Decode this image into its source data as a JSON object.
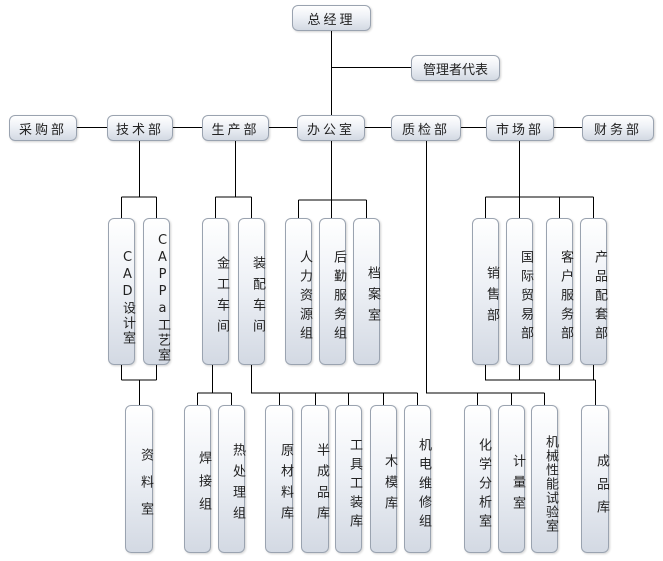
{
  "top": {
    "ceo": "总经理",
    "rep": "管理者代表"
  },
  "departments": {
    "purchasing": "采购部",
    "technical": "技术部",
    "production": "生产部",
    "office": "办公室",
    "qc": "质检部",
    "market": "市场部",
    "finance": "财务部"
  },
  "technical_units": {
    "cad": "CAD设计室",
    "capp": "CAPPa工艺室",
    "archive": "资料室"
  },
  "production_units": {
    "metal_shop": "金工车间",
    "assembly_shop": "装配车间",
    "welding": "焊接组",
    "heat_treat": "热处理组",
    "raw_store": "原材料库",
    "semi_store": "半成品库",
    "tool_store": "工具工装库",
    "pattern_store": "木模库",
    "maintenance": "机电维修组"
  },
  "office_units": {
    "hr": "人力资源组",
    "logistics": "后勤服务组",
    "files": "档案室"
  },
  "qc_units": {
    "chem": "化学分析室",
    "metro": "计量室",
    "mech": "机械性能试验室"
  },
  "market_units": {
    "sales": "销售部",
    "trade": "国际贸易部",
    "service": "客户服务部",
    "parts": "产品配套部",
    "finished_store": "成品库"
  },
  "colors": {
    "line": "#000000",
    "box_border": "#9aa3b0",
    "box_top": "#ffffff",
    "box_bottom": "#d3d9e3"
  }
}
